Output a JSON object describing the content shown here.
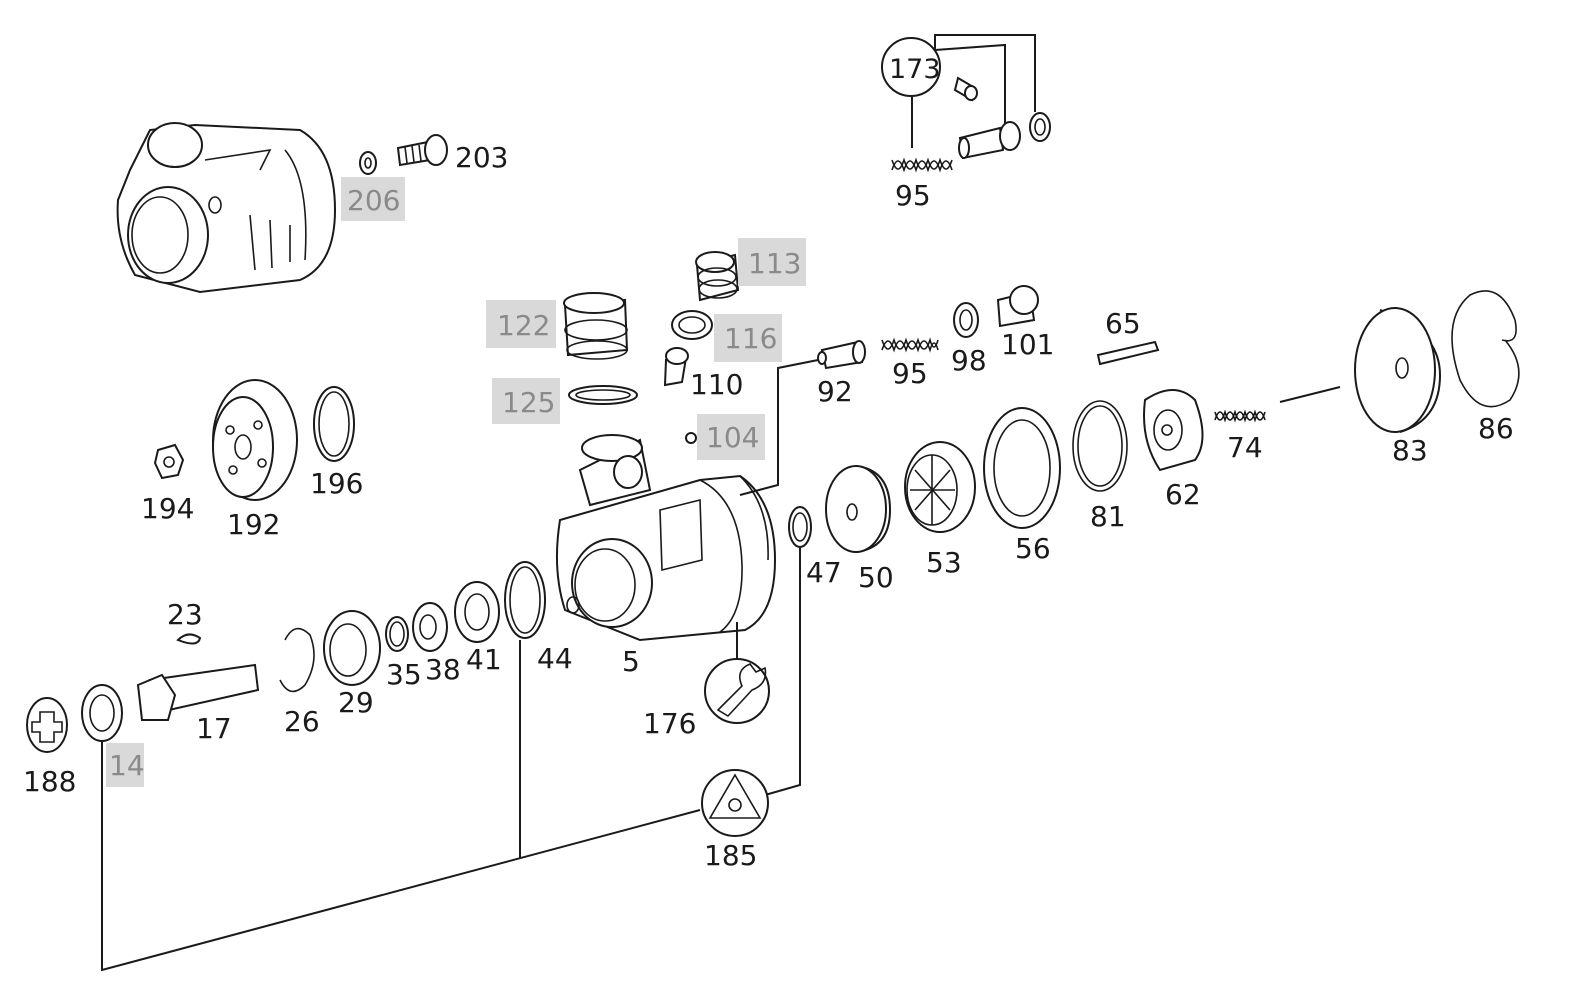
{
  "labels": {
    "l173": "173",
    "l95a": "95",
    "l203": "203",
    "l206": "206",
    "l113": "113",
    "l116": "116",
    "l122": "122",
    "l125": "125",
    "l110": "110",
    "l104": "104",
    "l92": "92",
    "l95b": "95",
    "l98": "98",
    "l101": "101",
    "l65": "65",
    "l83": "83",
    "l86": "86",
    "l74": "74",
    "l62": "62",
    "l81": "81",
    "l56": "56",
    "l53": "53",
    "l50": "50",
    "l47": "47",
    "l5": "5",
    "l176": "176",
    "l44": "44",
    "l41": "41",
    "l38": "38",
    "l35": "35",
    "l29": "29",
    "l26": "26",
    "l23": "23",
    "l17": "17",
    "l14": "14",
    "l188": "188",
    "l185": "185",
    "l194": "194",
    "l192": "192",
    "l196": "196"
  },
  "highlighted_labels": [
    "206",
    "113",
    "116",
    "122",
    "125",
    "104",
    "14"
  ],
  "colors": {
    "line": "#1a1a1a",
    "highlight_bg": "#d9d9d9",
    "highlight_text": "#8a8a8a",
    "background": "#ffffff"
  },
  "icons": {
    "tool": "wrench-icon",
    "kit": "triangle-plate-icon"
  }
}
